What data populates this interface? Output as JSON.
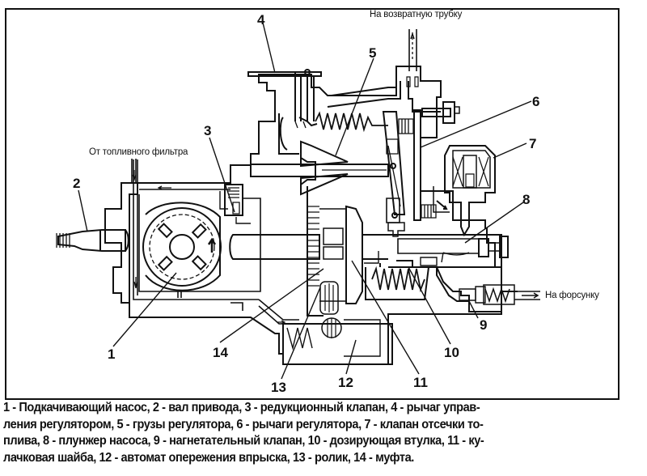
{
  "figure": {
    "flow_labels": {
      "return_pipe": "На возвратную трубку",
      "from_fuel_filter": "От топливного фильтра",
      "to_injector": "На форсунку"
    },
    "callouts": [
      "1",
      "2",
      "3",
      "4",
      "5",
      "6",
      "7",
      "8",
      "9",
      "10",
      "11",
      "12",
      "13",
      "14"
    ],
    "caption": "1 - Подкачивающий насос, 2 - вал привода, 3 - редукционный клапан, 4 - рычаг управления регулятором, 5 - грузы регулятора, 6 - рычаги регулятора, 7 - клапан отсечки топлива, 8 - плунжер насоса, 9 - нагнетательный клапан, 10 - дозирующая втулка, 11 - кулачковая шайба, 12 - автомат опережения впрыска, 13 - ролик, 14 - муфта.",
    "caption_lines": [
      "1 - Подкачивающий насос, 2 - вал привода, 3 - редукционный клапан, 4 - рычаг управ-",
      "ления регулятором, 5 - грузы регулятора, 6 - рычаги регулятора, 7 - клапан отсечки то-",
      "плива, 8 - плунжер насоса, 9 - нагнетательный клапан, 10 - дозирующая втулка, 11 - ку-",
      "лачковая шайба, 12 - автомат опережения впрыска, 13 - ролик, 14 - муфта."
    ],
    "parts": [
      {
        "num": "1",
        "name": "Подкачивающий насос"
      },
      {
        "num": "2",
        "name": "вал привода"
      },
      {
        "num": "3",
        "name": "редукционный клапан"
      },
      {
        "num": "4",
        "name": "рычаг управления регулятором"
      },
      {
        "num": "5",
        "name": "грузы регулятора"
      },
      {
        "num": "6",
        "name": "рычаги регулятора"
      },
      {
        "num": "7",
        "name": "клапан отсечки топлива"
      },
      {
        "num": "8",
        "name": "плунжер насоса"
      },
      {
        "num": "9",
        "name": "нагнетательный клапан"
      },
      {
        "num": "10",
        "name": "дозирующая втулка"
      },
      {
        "num": "11",
        "name": "кулачковая шайба"
      },
      {
        "num": "12",
        "name": "автомат опережения впрыска"
      },
      {
        "num": "13",
        "name": "ролик"
      },
      {
        "num": "14",
        "name": "муфта"
      }
    ]
  }
}
